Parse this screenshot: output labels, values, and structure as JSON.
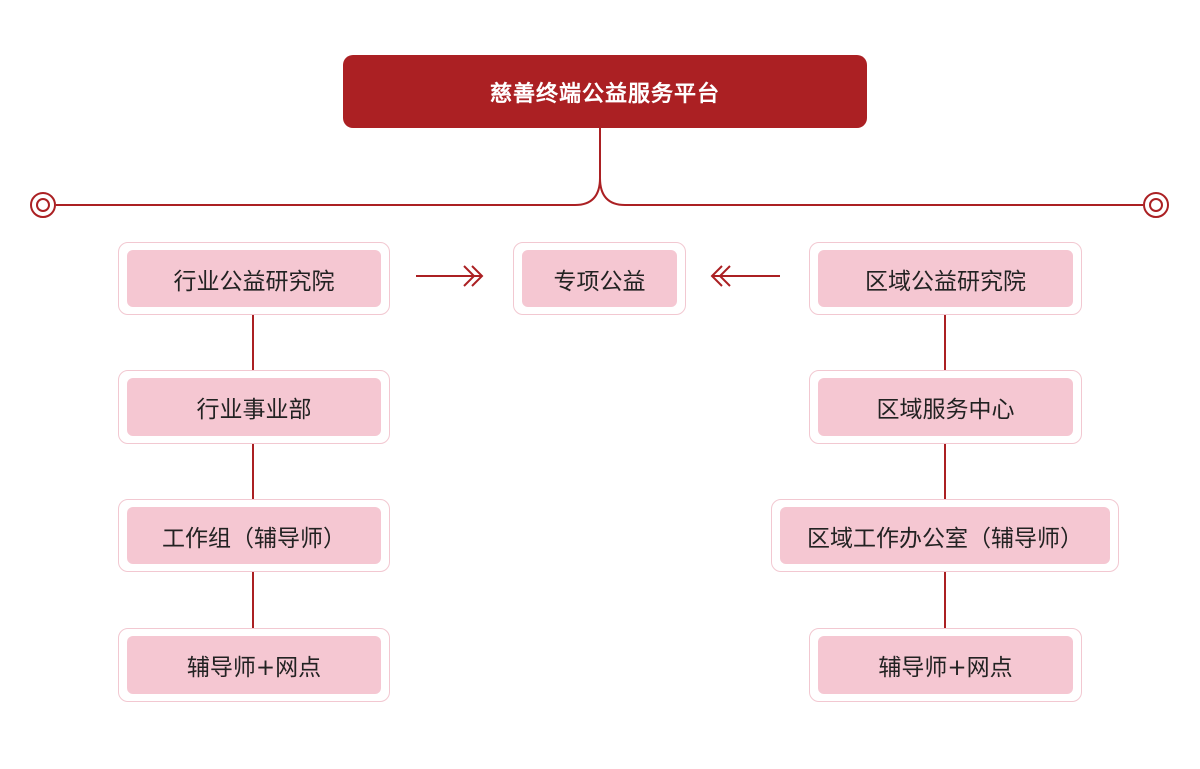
{
  "title": "慈善终端公益服务平台",
  "center_node": "专项公益",
  "left_branch": [
    "行业公益研究院",
    "行业事业部",
    "工作组（辅导师）",
    "辅导师+网点"
  ],
  "right_branch": [
    "区域公益研究院",
    "区域服务中心",
    "区域工作办公室（辅导师）",
    "辅导师+网点"
  ],
  "colors": {
    "primary": "#ab2023",
    "node_fill": "#f5c7d2",
    "node_border": "#f2c8d1"
  }
}
